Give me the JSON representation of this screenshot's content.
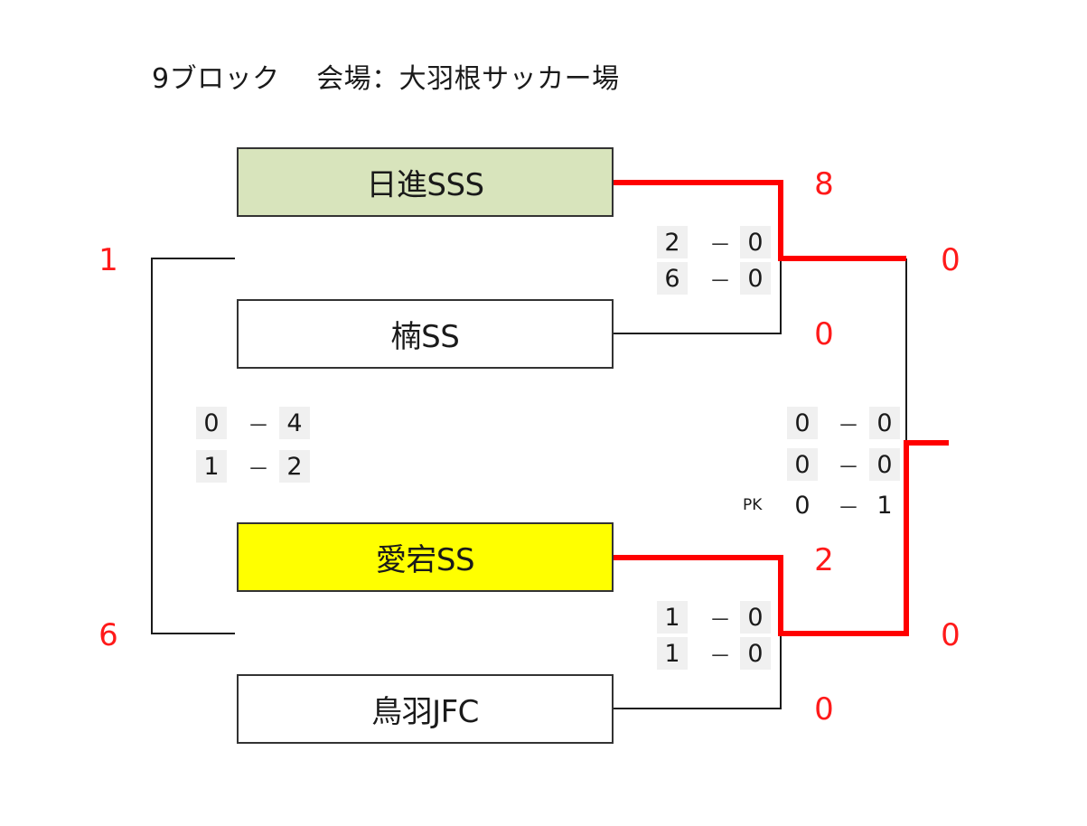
{
  "header": {
    "title": "9ブロック　 会場：大羽根サッカー場"
  },
  "teams": [
    {
      "name": "日進SSS",
      "fill": "#d8e4bc"
    },
    {
      "name": "楠SS",
      "fill": "#ffffff"
    },
    {
      "name": "愛宕SS",
      "fill": "#ffff00"
    },
    {
      "name": "鳥羽JFC",
      "fill": "#ffffff"
    }
  ],
  "points": {
    "team1": "8",
    "team2": "0",
    "team3": "2",
    "team4": "0",
    "left_top": "1",
    "left_bottom": "6",
    "right_top": "0",
    "right_bottom": "0"
  },
  "scores": {
    "match1": {
      "h1": [
        "2",
        "0"
      ],
      "h2": [
        "6",
        "0"
      ]
    },
    "match2": {
      "h1": [
        "1",
        "0"
      ],
      "h2": [
        "1",
        "0"
      ]
    },
    "left": {
      "h1": [
        "0",
        "4"
      ],
      "h2": [
        "1",
        "2"
      ]
    },
    "final": {
      "h1": [
        "0",
        "0"
      ],
      "h2": [
        "0",
        "0"
      ],
      "pk_label": "PK",
      "pk": [
        "0",
        "1"
      ]
    }
  },
  "dash": "－",
  "colors": {
    "winner_line": "#ff0000",
    "line": "#1a1a1a",
    "points_text": "#ff1a1a"
  }
}
